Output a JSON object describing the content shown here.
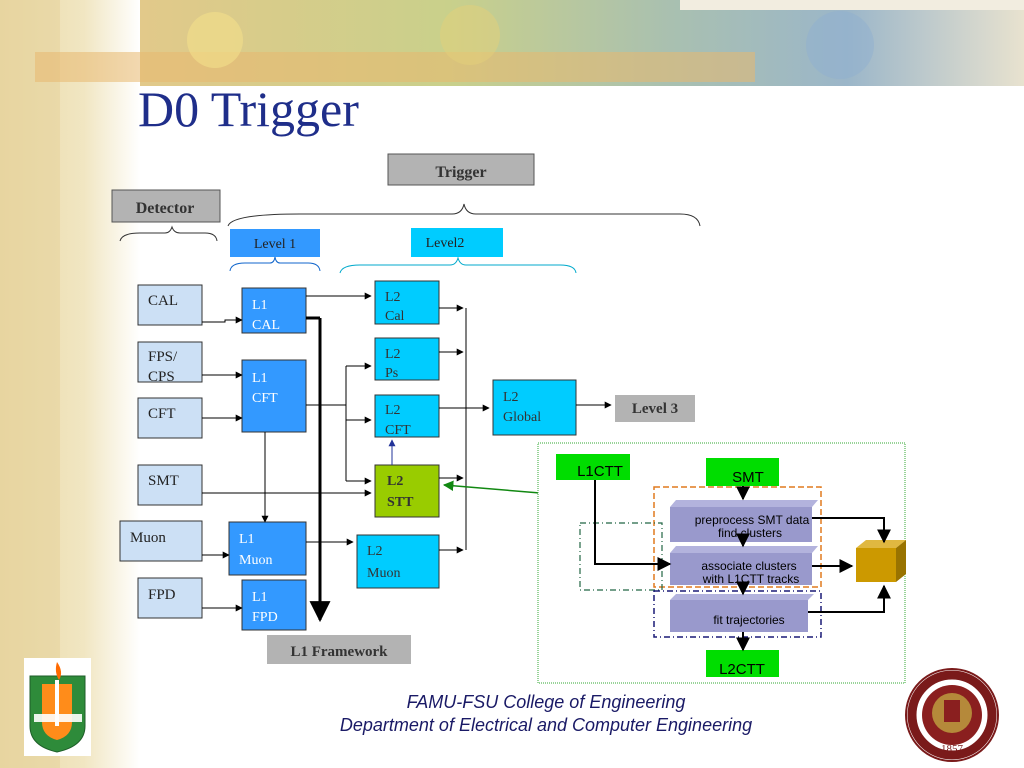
{
  "title": "D0 Trigger",
  "headers": {
    "trigger": "Trigger",
    "detector": "Detector",
    "level1": "Level 1",
    "level2": "Level2",
    "level3": "Level 3",
    "l1_framework": "L1 Framework"
  },
  "detectors": {
    "cal": "CAL",
    "fps_line1": "FPS/",
    "fps_line2": "CPS",
    "cft": "CFT",
    "smt": "SMT",
    "muon": "Muon",
    "fpd": "FPD"
  },
  "level1_boxes": {
    "l1cal_1": "L1",
    "l1cal_2": "CAL",
    "l1cft_1": "L1",
    "l1cft_2": "CFT",
    "l1muon_1": "L1",
    "l1muon_2": "Muon",
    "l1fpd_1": "L1",
    "l1fpd_2": "FPD"
  },
  "level2_boxes": {
    "l2cal_1": "L2",
    "l2cal_2": "Cal",
    "l2ps_1": "L2",
    "l2ps_2": "Ps",
    "l2cft_1": "L2",
    "l2cft_2": "CFT",
    "l2stt_1": "L2",
    "l2stt_2": "STT",
    "l2muon_1": "L2",
    "l2muon_2": "Muon",
    "l2global_1": "L2",
    "l2global_2": "Global"
  },
  "stt_detail": {
    "l1ctt": "L1CTT",
    "smt": "SMT",
    "preprocess_1": "preprocess SMT data",
    "preprocess_2": "find clusters",
    "associate_1": "associate clusters",
    "associate_2": "with L1CTT tracks",
    "fit": "fit trajectories",
    "l2ctt": "L2CTT"
  },
  "footer": {
    "line1": "FAMU-FSU College of Engineering",
    "line2": "Department of Electrical and Computer Engineering"
  },
  "seal_year": "1857",
  "colors": {
    "title": "#1f2e8a",
    "l1_box": "#3399ff",
    "l2_box": "#00ccff",
    "stt_box": "#99cc00",
    "det_box": "#cce0f5",
    "gray_box": "#b3b3b3",
    "green_tab": "#00dd00",
    "purple_box": "#9999cc",
    "gold_cube": "#cc9900"
  }
}
